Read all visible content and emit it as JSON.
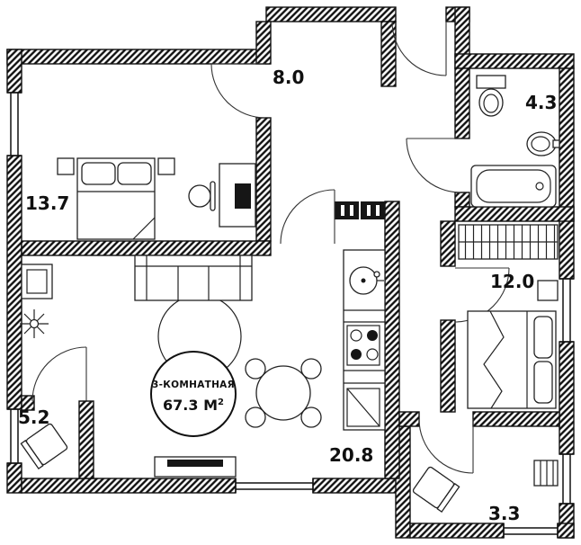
{
  "plan": {
    "badge": {
      "type": "3-КОМНАТНАЯ",
      "area_value": "67.3 М",
      "area_sup": "2"
    },
    "rooms": {
      "bedroom1": {
        "area": "13.7"
      },
      "hallway": {
        "area": "8.0"
      },
      "bathroom": {
        "area": "4.3"
      },
      "bedroom2": {
        "area": "12.0"
      },
      "loggia": {
        "area": "5.2"
      },
      "kitchen_living": {
        "area": "20.8"
      },
      "balcony": {
        "area": "3.3"
      }
    },
    "colors": {
      "wall": "#101010",
      "line": "#222222",
      "background": "#ffffff"
    }
  }
}
